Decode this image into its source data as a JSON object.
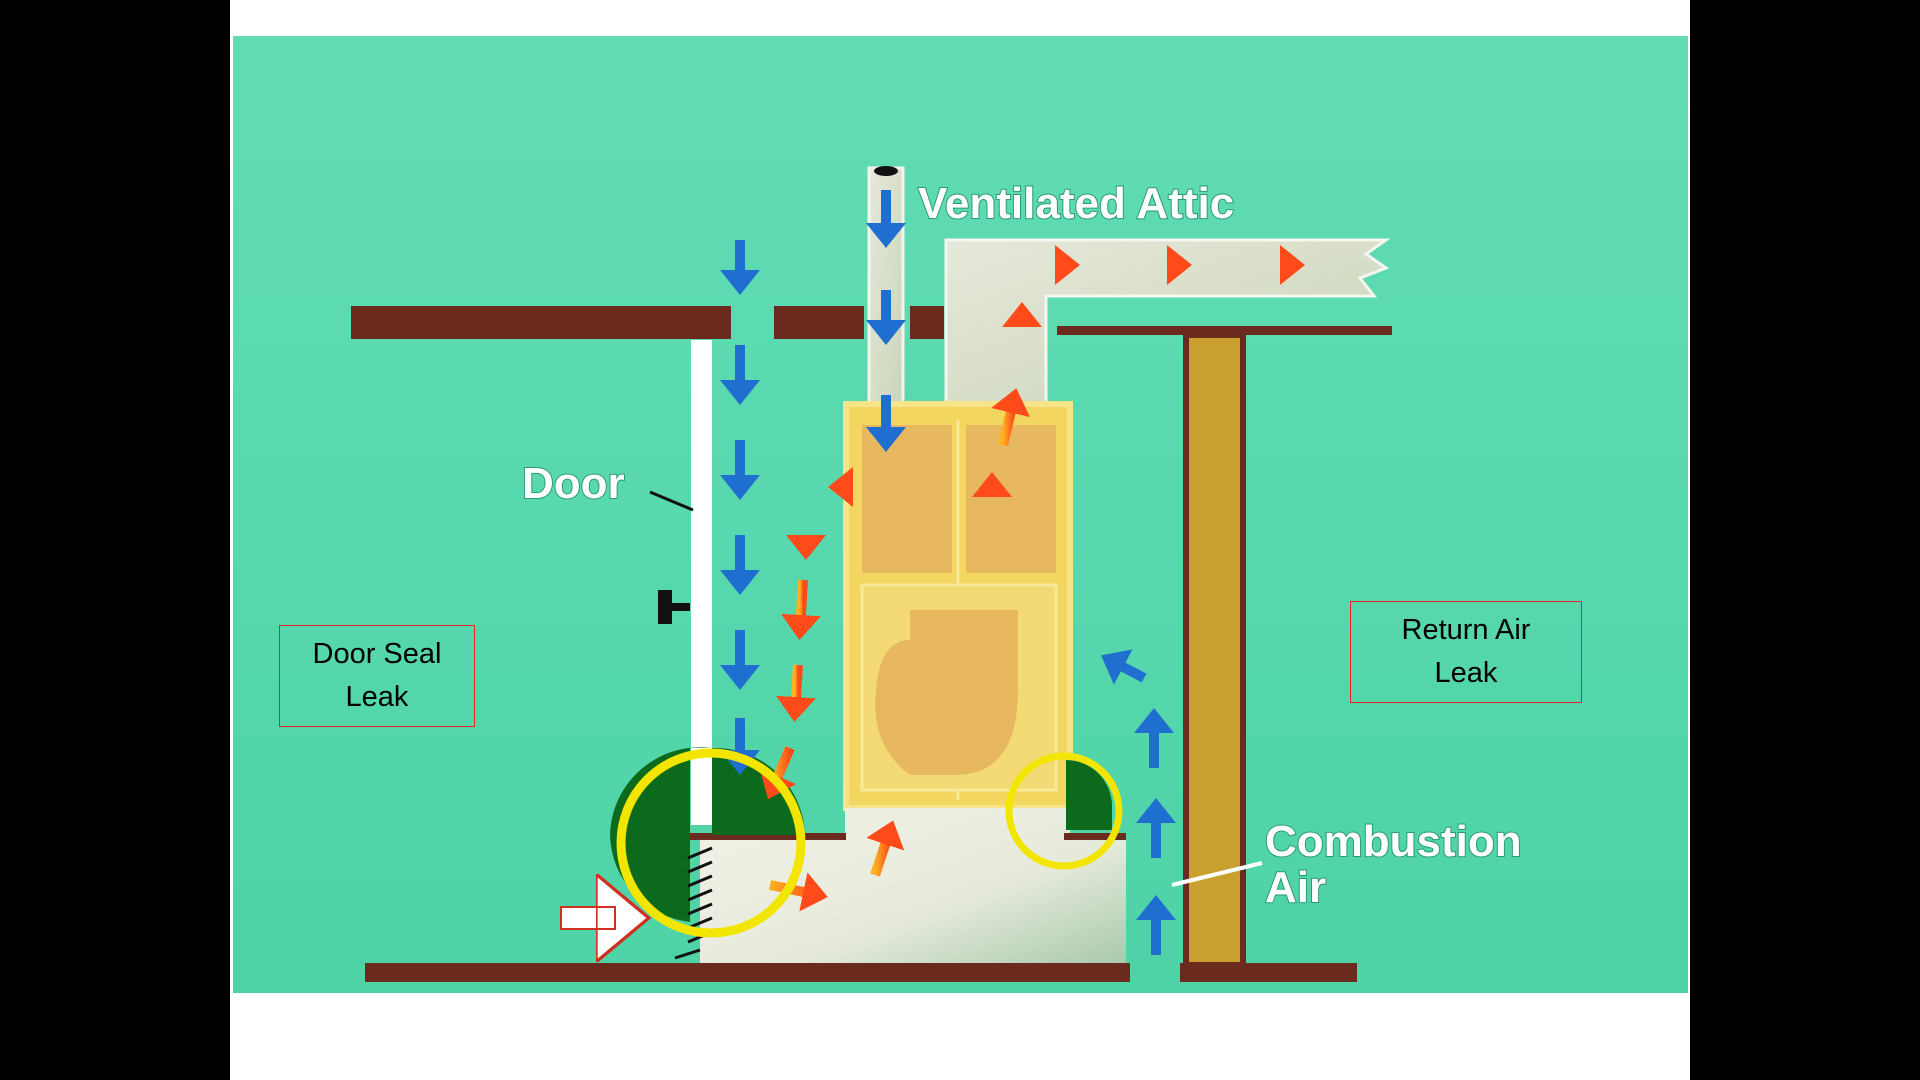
{
  "labels": {
    "ventilated_attic": "Ventilated Attic",
    "door": "Door",
    "combustion_air_line1": "Combustion",
    "combustion_air_line2": "Air"
  },
  "callouts": {
    "door_seal": {
      "line1": "Door Seal",
      "line2": "Leak"
    },
    "return_air": {
      "line1": "Return Air",
      "line2": "Leak"
    }
  },
  "colors": {
    "background": "#5ad8b0",
    "framing": "#6b2a1e",
    "furnace": "#f0d060",
    "cold_air_arrow": "#1f6fd0",
    "hot_air_arrow": "#ff5020",
    "highlight_circle": "#f2e600",
    "leak_area": "#0c6a1c",
    "callout_border": "#e8242a"
  }
}
